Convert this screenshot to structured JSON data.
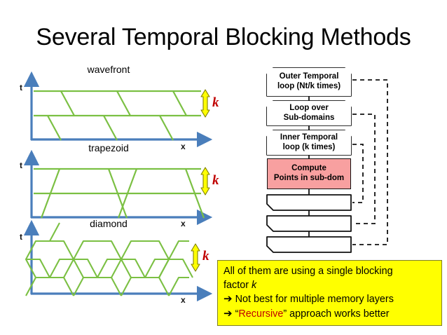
{
  "slide": {
    "title": "Several Temporal Blocking Methods",
    "background": "#ffffff"
  },
  "colors": {
    "green_line": "#7bc043",
    "blue_axis": "#4a7ebb",
    "red_k": "#c00000",
    "yellow_fill": "#ffff00",
    "yellow_border": "#7f7f2a",
    "arrow_yellow": "#ffff00",
    "arrow_outline": "#808000",
    "compute_pink": "#f8a0a0",
    "flow_border": "#111111"
  },
  "diagrams": [
    {
      "name": "wavefront",
      "label": "wavefront",
      "y_axis_label": "t",
      "x_axis_label": "x",
      "k_label": "k",
      "pattern": "parallel-slanted"
    },
    {
      "name": "trapezoid",
      "label": "trapezoid",
      "y_axis_label": "t",
      "x_axis_label": "x",
      "k_label": "k",
      "pattern": "converging-slanted"
    },
    {
      "name": "diamond",
      "label": "diamond",
      "y_axis_label": "t",
      "x_axis_label": "x",
      "k_label": "k",
      "pattern": "hexagonal-tiling"
    }
  ],
  "flowchart": {
    "boxes": [
      {
        "id": "outer-temporal-loop",
        "shape": "loop-start",
        "lines": [
          "Outer Temporal",
          "loop (Nt/k times)"
        ],
        "filled": false
      },
      {
        "id": "loop-over-subdomains",
        "shape": "loop-start",
        "lines": [
          "Loop over",
          "Sub-domains"
        ],
        "filled": false
      },
      {
        "id": "inner-temporal-loop",
        "shape": "loop-start",
        "lines": [
          "Inner Temporal",
          "loop (k times)"
        ],
        "filled": false
      },
      {
        "id": "compute-points",
        "shape": "process",
        "lines": [
          "Compute",
          "Points in sub-dom"
        ],
        "filled": true
      },
      {
        "id": "end-inner-temporal-loop",
        "shape": "loop-end",
        "lines": [],
        "filled": false
      },
      {
        "id": "end-loop-over-subdomains",
        "shape": "loop-end",
        "lines": [],
        "filled": false
      },
      {
        "id": "end-outer-temporal-loop",
        "shape": "loop-end",
        "lines": [],
        "filled": false
      }
    ]
  },
  "callout": {
    "line1": "All of them are using a single blocking",
    "line2_pre": "factor ",
    "line2_k": "k",
    "line3_arrow": "➔",
    "line3_text": "Not best for multiple memory layers",
    "line4_arrow": "➔",
    "line4_pre": "“",
    "line4_red": "Recursive",
    "line4_post": "” approach works better"
  }
}
